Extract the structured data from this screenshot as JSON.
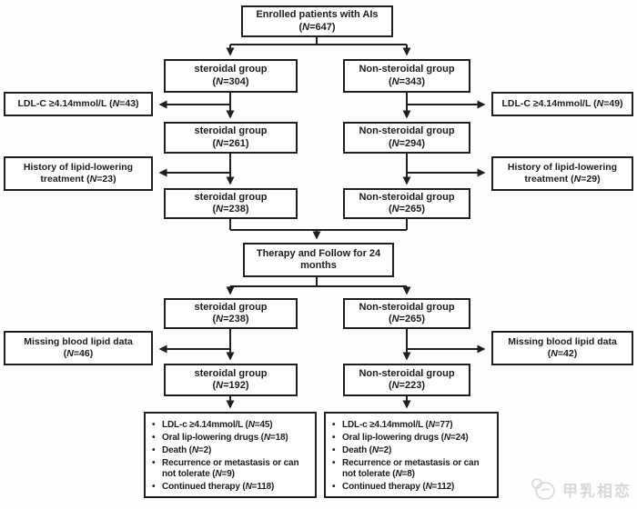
{
  "flow": {
    "enrolled": {
      "title": "Enrolled patients with AIs",
      "n": "(N=647)"
    },
    "steroidal": [
      {
        "title": "steroidal group",
        "n": "(N=304)"
      },
      {
        "title": "steroidal group",
        "n": "(N=261)"
      },
      {
        "title": "steroidal group",
        "n": "(N=238)"
      },
      {
        "title": "steroidal group",
        "n": "(N=238)"
      },
      {
        "title": "steroidal group",
        "n": "(N=192)"
      }
    ],
    "nonsteroidal": [
      {
        "title": "Non-steroidal group",
        "n": "(N=343)"
      },
      {
        "title": "Non-steroidal group",
        "n": "(N=294)"
      },
      {
        "title": "Non-steroidal group",
        "n": "(N=265)"
      },
      {
        "title": "Non-steroidal group",
        "n": "(N=265)"
      },
      {
        "title": "Non-steroidal group",
        "n": "(N=223)"
      }
    ],
    "therapy": "Therapy and Follow for 24 months",
    "exclusions": {
      "ldl_left": "LDL-C ≥4.14mmol/L (N=43)",
      "ldl_right": "LDL-C ≥4.14mmol/L (N=49)",
      "history_left": "History of lipid-lowering treatment (N=23)",
      "history_right": "History of lipid-lowering treatment (N=29)",
      "missing_left": "Missing blood lipid data (N=46)",
      "missing_right": "Missing blood lipid data (N=42)"
    },
    "outcomes_left": [
      "LDL-c ≥4.14mmol/L (N=45)",
      "Oral lip-lowering drugs (N=18)",
      "Death (N=2)",
      "Recurrence or metastasis or can not tolerate (N=9)",
      "Continued therapy (N=118)"
    ],
    "outcomes_right": [
      "LDL-c ≥4.14mmol/L (N=77)",
      "Oral lip-lowering drugs (N=24)",
      "Death (N=2)",
      "Recurrence or metastasis or can not tolerate (N=8)",
      "Continued therapy (N=112)"
    ]
  },
  "watermark": {
    "text": "甲乳相恋"
  },
  "colors": {
    "line": "#1f1f1f",
    "watermark": "#d8d8d8"
  }
}
